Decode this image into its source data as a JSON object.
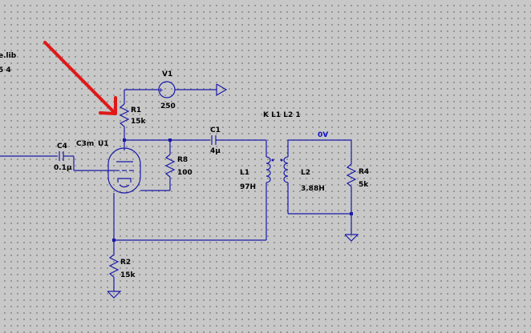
{
  "directives": {
    "lib_line": "e.lib",
    "spice_line": "5 4"
  },
  "coupling": "K L1 L2 1",
  "components": {
    "v1": {
      "name": "V1",
      "value": "250"
    },
    "r1": {
      "name": "R1",
      "value": "15k"
    },
    "c1": {
      "name": "C1",
      "value": "4µ"
    },
    "c4": {
      "name": "C4",
      "value": "0.1µ"
    },
    "u1": {
      "name": "U1",
      "model": "C3m"
    },
    "r8": {
      "name": "R8",
      "value": "100"
    },
    "l1": {
      "name": "L1",
      "value": "97H"
    },
    "l2": {
      "name": "L2",
      "value": "3.88H"
    },
    "r4": {
      "name": "R4",
      "value": "5k"
    },
    "r2": {
      "name": "R2",
      "value": "15k"
    }
  },
  "net_labels": {
    "output": "0V"
  },
  "colors": {
    "wire": "#1a1aa8",
    "annotation_arrow": "#e01818",
    "net_label": "#1010c8",
    "background": "#c8c8c8"
  }
}
